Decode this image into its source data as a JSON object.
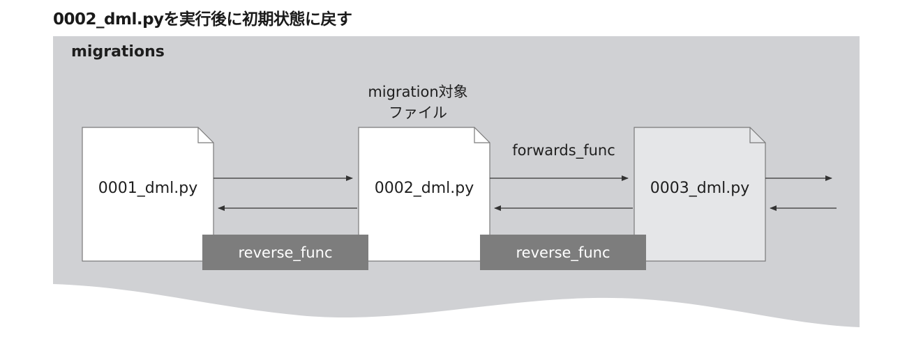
{
  "page_title": "0002_dml.pyを実行後に初期状態に戻す",
  "container": {
    "label": "migrations"
  },
  "target_caption": {
    "line1": "migration対象",
    "line2": "ファイル"
  },
  "files": [
    {
      "name": "0001_dml.py",
      "state": "applied"
    },
    {
      "name": "0002_dml.py",
      "state": "target"
    },
    {
      "name": "0003_dml.py",
      "state": "unapplied"
    }
  ],
  "edges": [
    {
      "from": "0001_dml.py",
      "to": "0002_dml.py",
      "forward_label": "",
      "reverse_label": "reverse_func"
    },
    {
      "from": "0002_dml.py",
      "to": "0003_dml.py",
      "forward_label": "forwards_func",
      "reverse_label": "reverse_func"
    },
    {
      "from": "0003_dml.py",
      "to": "",
      "forward_label": "",
      "reverse_label": ""
    }
  ],
  "colors": {
    "container_bg": "#d0d1d4",
    "file_applied": "#ffffff",
    "file_unapplied": "#e5e6e8",
    "reverse_box": "#7d7d7d",
    "line": "#333333"
  }
}
